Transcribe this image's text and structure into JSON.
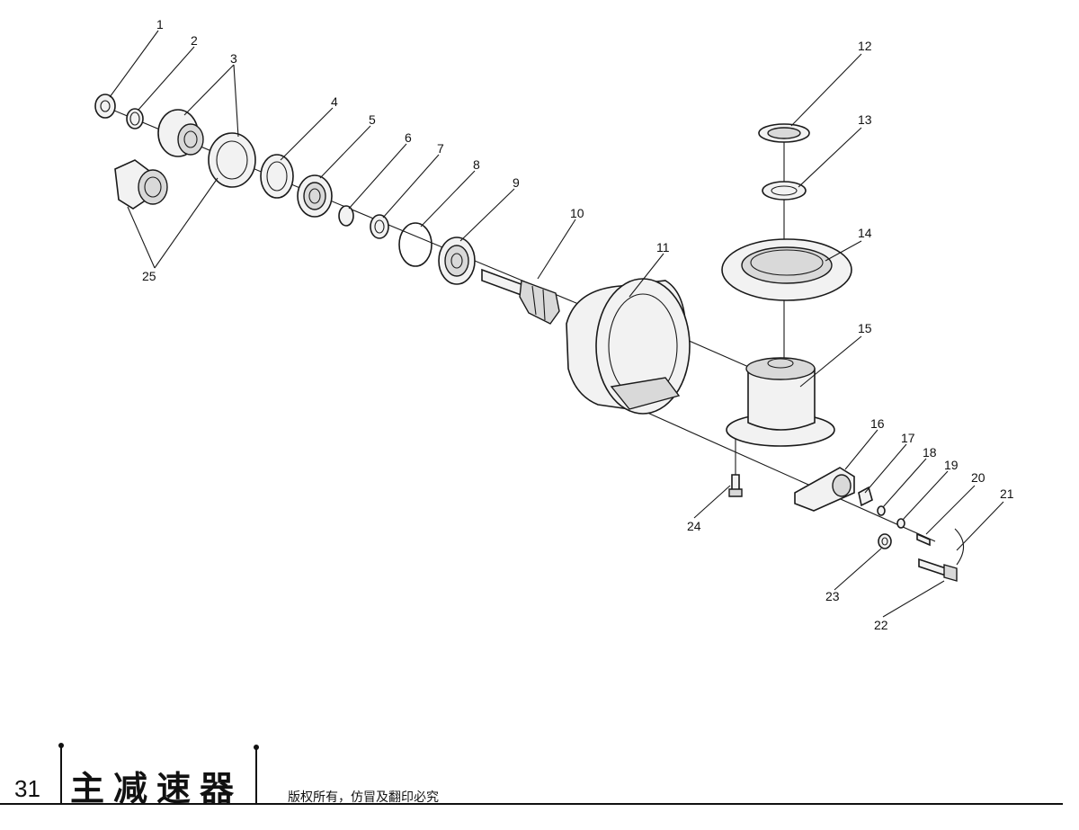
{
  "diagram": {
    "labels": [
      "1",
      "2",
      "3",
      "4",
      "5",
      "6",
      "7",
      "8",
      "9",
      "10",
      "11",
      "12",
      "13",
      "14",
      "15",
      "16",
      "17",
      "18",
      "19",
      "20",
      "21",
      "22",
      "23",
      "24",
      "25"
    ]
  },
  "footer": {
    "page_number": "31",
    "section_title": "主减速器",
    "copyright": "版权所有，仿冒及翻印必究"
  }
}
